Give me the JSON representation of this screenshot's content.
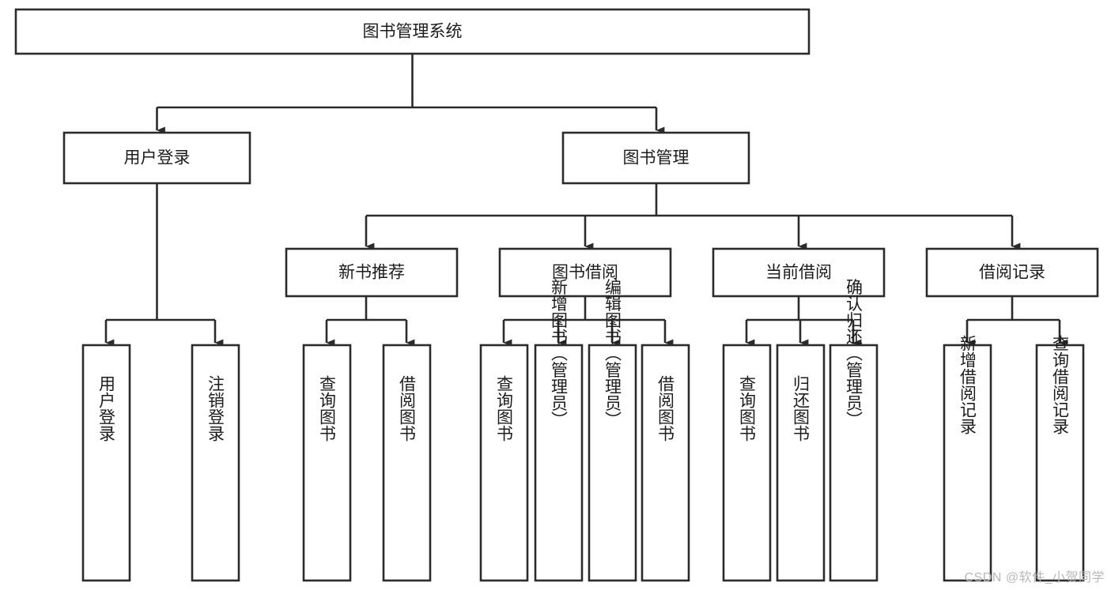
{
  "diagram": {
    "title": "图书管理系统",
    "type": "tree-hierarchy",
    "orientation": "top-down",
    "watermark": "CSDN @软件_小贺同学",
    "colors": {
      "box_stroke": "#2b2b2b",
      "box_fill": "#ffffff",
      "connector": "#2b2b2b",
      "text": "#1c1c1c",
      "watermark": "#b8b8b8",
      "background": "#ffffff"
    },
    "root": {
      "label": "图书管理系统"
    },
    "level2": [
      {
        "label": "用户登录"
      },
      {
        "label": "图书管理"
      }
    ],
    "level3": [
      {
        "label": "新书推荐"
      },
      {
        "label": "图书借阅"
      },
      {
        "label": "当前借阅"
      },
      {
        "label": "借阅记录"
      }
    ],
    "leaves": {
      "user_login": [
        {
          "label": "用户登录"
        },
        {
          "label": "注销登录"
        }
      ],
      "new_book_recommend": [
        {
          "label": "查询图书"
        },
        {
          "label": "借阅图书"
        }
      ],
      "book_borrow": [
        {
          "label": "查询图书"
        },
        {
          "label": "新增图书（管理员）"
        },
        {
          "label": "编辑图书（管理员）"
        },
        {
          "label": "借阅图书"
        }
      ],
      "current_borrow": [
        {
          "label": "查询图书"
        },
        {
          "label": "归还图书"
        },
        {
          "label": "确认归还（管理员）"
        }
      ],
      "borrow_record": [
        {
          "label": "新增借阅记录"
        },
        {
          "label": "查询借阅记录"
        }
      ]
    }
  }
}
